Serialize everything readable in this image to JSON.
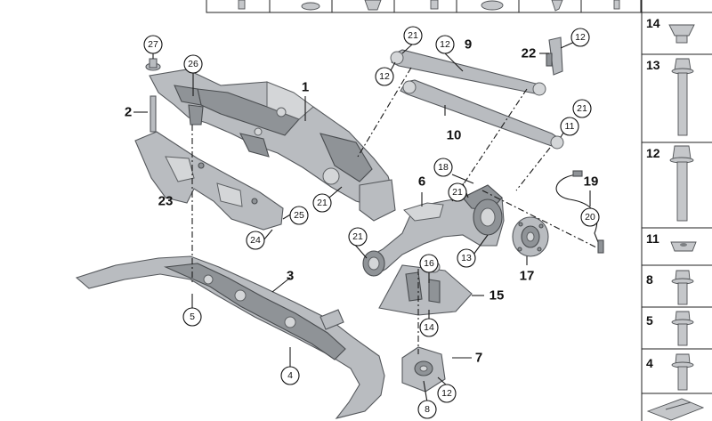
{
  "callouts": {
    "c27": "27",
    "c26": "26",
    "c21a": "21",
    "c12a": "12",
    "c12b": "12",
    "c12c": "12",
    "c21b": "21",
    "c11": "11",
    "c21c": "21",
    "c18": "18",
    "c21d": "21",
    "c21e": "21",
    "c13": "13",
    "c20": "20",
    "c25": "25",
    "c24": "24",
    "c16": "16",
    "c14": "14",
    "c5": "5",
    "c4": "4",
    "c8": "8",
    "c12d": "12"
  },
  "labels": {
    "l1": "1",
    "l2": "2",
    "l3": "3",
    "l6": "6",
    "l7": "7",
    "l9": "9",
    "l10": "10",
    "l15": "15",
    "l17": "17",
    "l19": "19",
    "l22": "22",
    "l23": "23"
  },
  "side_panel": [
    {
      "label": "14",
      "icon": "flanged-nut-icon"
    },
    {
      "label": "13",
      "icon": "long-hex-bolt-icon"
    },
    {
      "label": "12",
      "icon": "hex-bolt-icon"
    },
    {
      "label": "11",
      "icon": "washer-icon"
    },
    {
      "label": "8",
      "icon": "short-bolt-icon"
    },
    {
      "label": "5",
      "icon": "short-bolt-icon"
    },
    {
      "label": "4",
      "icon": "short-bolt-icon"
    }
  ],
  "colors": {
    "part": "#b9bcc0",
    "part_dark": "#8f9397",
    "line": "#1a1a1a"
  }
}
